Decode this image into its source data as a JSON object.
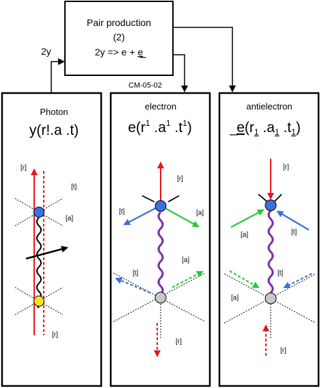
{
  "header_box": {
    "title": "Pair production",
    "number": "(2)",
    "equation_prefix": "2y => e + ",
    "equation_underlined": "e"
  },
  "input_label": "2y",
  "figure_code": "CM-05-02",
  "panels": [
    {
      "title": "Photon",
      "formula": "y(r!.a .t)",
      "labels": {
        "r_top": "[r]",
        "t": "[t]",
        "a": "[a]",
        "r_bottom": "[r]"
      }
    },
    {
      "title": "electron",
      "formula_base": "e(r",
      "formula_sup1": "1",
      "formula_mid1": " .a",
      "formula_sup2": "1",
      "formula_mid2": " .t",
      "formula_sup3": "1",
      "formula_end": ")",
      "labels": {
        "r_top": "[r]",
        "t_top": "[t]",
        "a_top": "[a]",
        "a_mid": "[a]",
        "t_mid": "[t]",
        "r_bottom": "[r]"
      }
    },
    {
      "title": "antielectron",
      "formula_e": "e",
      "formula_r": "(r",
      "formula_sub1": "1",
      "formula_a": " .a",
      "formula_sub2": "1",
      "formula_t": " .t",
      "formula_sub3": "1",
      "formula_end": ")",
      "labels": {
        "r_top": "[r]",
        "a_top": "[a]",
        "t_top": "[t]",
        "t_mid": "[t]",
        "a_mid": "[a]",
        "r_bottom": "[r]"
      }
    }
  ],
  "colors": {
    "red": "#e8141a",
    "blue": "#3a6fd8",
    "green": "#22cc33",
    "purple": "#7b2fa8",
    "node_blue": "#3a6fe0",
    "node_yellow": "#f5e028",
    "node_gray": "#c8c8c8"
  }
}
